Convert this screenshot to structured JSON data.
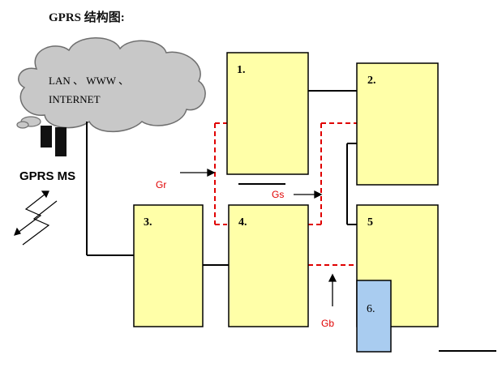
{
  "title": "GPRS 结构图:",
  "cloud": {
    "line1": "LAN 、 WWW 、",
    "line2": "INTERNET"
  },
  "terminal": {
    "label": "GPRS MS"
  },
  "boxes": {
    "b1": "1.",
    "b2": "2.",
    "b3": "3.",
    "b4": "4.",
    "b5": "5",
    "b6": "6."
  },
  "interfaces": {
    "gr": "Gr",
    "gs": "Gs",
    "gb": "Gb"
  },
  "colors": {
    "box_fill": "#FFFFA8",
    "box6_fill": "#A9CCF0",
    "cloud_fill": "#C8C8C8",
    "dashed": "#E00000",
    "interface_text": "#E00000"
  }
}
